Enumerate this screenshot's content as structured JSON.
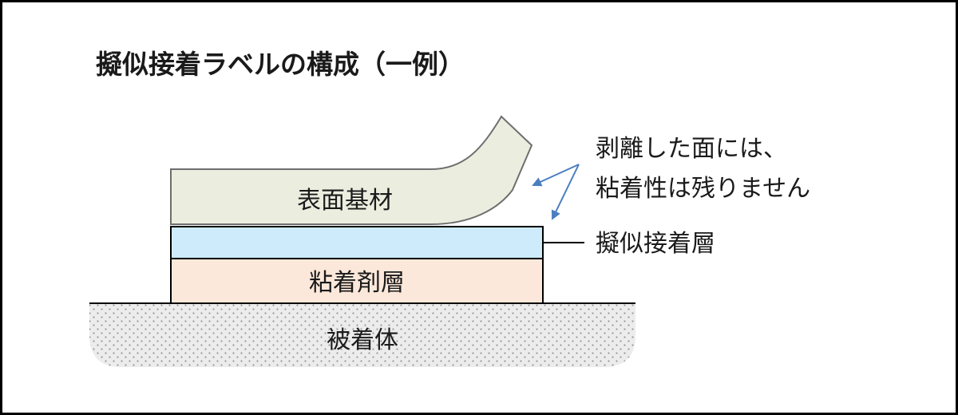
{
  "title": "擬似接着ラベルの構成（一例）",
  "layers": {
    "surface_base": {
      "label": "表面基材",
      "fill": "#EBEEDF",
      "stroke": "#6E6E6E"
    },
    "pseudo_adhesive": {
      "label": "擬似接着層",
      "fill": "#CDEBFB",
      "stroke": "#000000"
    },
    "adhesive": {
      "label": "粘着剤層",
      "fill": "#FBE8DA",
      "stroke": "#000000"
    },
    "adherend": {
      "label": "被着体",
      "fill": "#ECECEC",
      "dot_color": "#9A9A9A"
    }
  },
  "annotation": {
    "line1": "剥離した面には、",
    "line2": "粘着性は残りません",
    "arrow_color": "#4A7EC0"
  },
  "colors": {
    "border": "#000000",
    "text": "#1A1A1A"
  }
}
